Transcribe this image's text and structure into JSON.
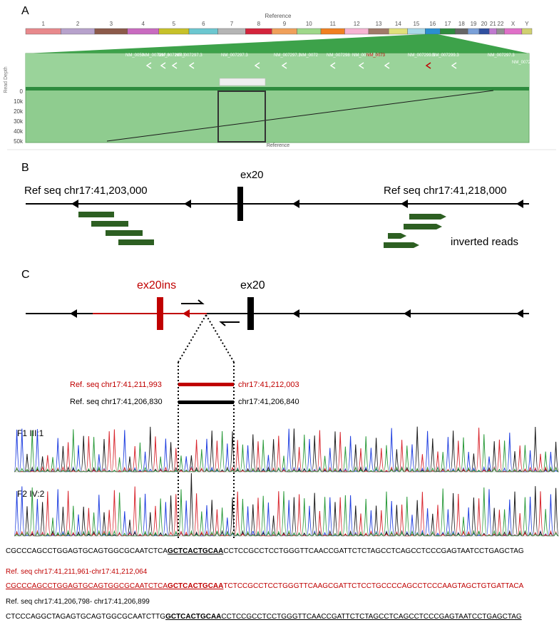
{
  "panel_a": {
    "letter": "A",
    "reference_label_top": "Reference",
    "reference_label_bottom": "Reference",
    "chromosomes": [
      {
        "label": "1",
        "color": "#e8898c"
      },
      {
        "label": "2",
        "color": "#b7a2cc"
      },
      {
        "label": "3",
        "color": "#8c5a4a"
      },
      {
        "label": "4",
        "color": "#c96bc0"
      },
      {
        "label": "5",
        "color": "#c7c129"
      },
      {
        "label": "6",
        "color": "#6cc7d0"
      },
      {
        "label": "7",
        "color": "#b5b5b5"
      },
      {
        "label": "8",
        "color": "#d4243c"
      },
      {
        "label": "9",
        "color": "#f0a05a"
      },
      {
        "label": "10",
        "color": "#9fd88a"
      },
      {
        "label": "11",
        "color": "#f08020"
      },
      {
        "label": "12",
        "color": "#f7b4d2"
      },
      {
        "label": "13",
        "color": "#a07a68"
      },
      {
        "label": "14",
        "color": "#e0e07a"
      },
      {
        "label": "15",
        "color": "#a8d8e8"
      },
      {
        "label": "16",
        "color": "#2a8fd0"
      },
      {
        "label": "17",
        "color": "#2e8b3e"
      },
      {
        "label": "18",
        "color": "#666666"
      },
      {
        "label": "19",
        "color": "#7aa0d8"
      },
      {
        "label": "20",
        "color": "#3050a0"
      },
      {
        "label": "21",
        "color": "#c07ad0"
      },
      {
        "label": "22",
        "color": "#909090"
      },
      {
        "label": "X",
        "color": "#e070c8"
      },
      {
        "label": "Y",
        "color": "#d0d070"
      }
    ],
    "gene_labels": [
      "NM_0050",
      "NM_007297.3",
      "NM_007297.3",
      "NM_007297.3",
      "NM_007297.3",
      "NM_007297.3",
      "NM_0072",
      "NM_007298",
      "NM_007297.3",
      "NM_0073",
      "NM_007299.3",
      "NM_007299.3",
      "NM_007297.3",
      "NM_007297.3"
    ],
    "highlight_gene": "NM_0073",
    "axis_title": "Read Depth",
    "y_ticks": [
      "0",
      "10k",
      "20k",
      "30k",
      "40k",
      "50k"
    ]
  },
  "panel_b": {
    "letter": "B",
    "ref_left": "Ref seq chr17:41,203,000",
    "ref_right": "Ref seq chr17:41,218,000",
    "exon": "ex20",
    "reads_label": "inverted reads"
  },
  "panel_c": {
    "letter": "C",
    "ins_label": "ex20ins",
    "exon": "ex20",
    "ref1_left": "Ref. seq chr17:41,211,993",
    "ref1_right": "chr17:41,212,003",
    "ref2_left": "Ref. seq chr17:41,206,830",
    "ref2_right": "chr17:41,206,840",
    "trace1": "F1 III:1",
    "trace2": "F2 IV:2",
    "seq1_pre": "CGCCCAGCCTGGAGTGCAGTGGCGCAATCTCA",
    "seq1_hl": "GCTCACTGCAA",
    "seq1_post": "CCTCCGCCTCCTGGGTTCAACCGATTCTCTAGCCTCAGCCTCCCGAGTAATCCTGAGCTAG",
    "ref_title_red": "Ref. seq chr17:41,211,961-chr17:41,212,064",
    "seq2_pre": "CGCCCAGCCTGGAGTGCAGTGGCGCAATCTCA",
    "seq2_hl": "GCTCACTGCAA",
    "seq2_post": "TCTCCGCCTCCTGGGTTCAAGCGATTCTCCTGCCCCAGCCTCCCAAGTAGCTGTGATTACA",
    "ref_title_black": "Ref. seq chr17:41,206,798- chr17:41,206,899",
    "seq3_pre": "CTCCCAGGCTAGAGTGCAGTGGCGCAATCTTG",
    "seq3_hl": "GCTCACTGCAA",
    "seq3_post": "CCTCCGCCTCCTGGGTTCAACCGATTCTCTAGCCTCAGCCTCCCGAGTAATCCTGAGCTAG"
  }
}
